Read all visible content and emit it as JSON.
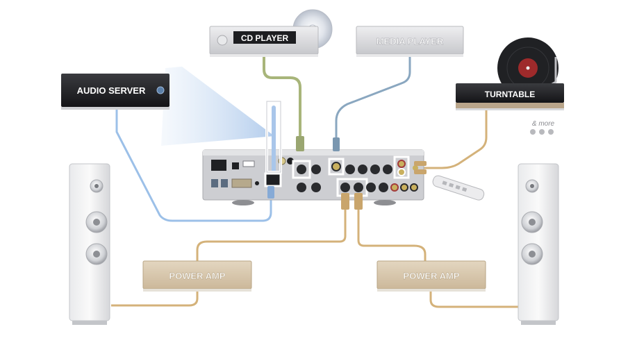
{
  "devices": {
    "cd_player": {
      "label": "CD PLAYER"
    },
    "media_player": {
      "label": "MEDIA PLAYER"
    },
    "audio_server": {
      "label": "AUDIO SERVER"
    },
    "turntable": {
      "label": "TURNTABLE",
      "more": "& more"
    },
    "power_amp_left": {
      "label": "POWER AMP"
    },
    "power_amp_right": {
      "label": "POWER AMP"
    }
  },
  "colors": {
    "balanced_cable": "#a8b57a",
    "digital_cable": "#8aa7c0",
    "network_cable": "#9cc0e8",
    "analog_cable": "#d4b27a",
    "device_silver": "#d7d8dc",
    "device_black": "#222326",
    "amp_tan": "#d9c8ad"
  }
}
